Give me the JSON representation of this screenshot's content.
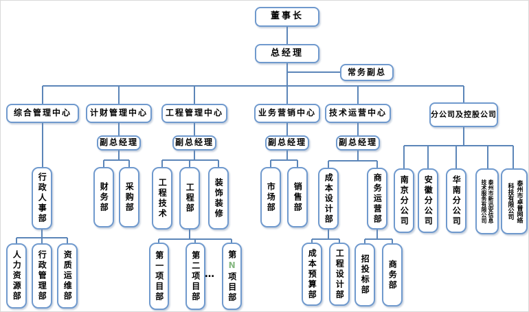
{
  "colors": {
    "box_border": "#6f99cd",
    "line": "#5b85b8",
    "text": "#000000",
    "project_n_green": "#84b77f",
    "background": "#ffffff"
  },
  "org": {
    "chairman": "董事长",
    "general_manager": "总经理",
    "executive_deputy_gm": "常务副总",
    "centers": {
      "admin": "综合管理中心",
      "finance": "计财管理中心",
      "engineering": "工程管理中心",
      "marketing": "业务营销中心",
      "tech_ops": "技术运营中心",
      "subsidiaries": "分公司及控股公司"
    },
    "deputy_gm": {
      "finance": "副总经理",
      "engineering": "副总经理",
      "marketing": "副总经理",
      "tech_ops": "副总经理"
    },
    "departments": {
      "admin_hr": "行政人事部",
      "human_resources": "人力资源部",
      "admin_mgmt": "行政管理部",
      "qualification_ops": "资质运维部",
      "finance": "财务部",
      "procurement": "采购部",
      "eng_tech": "工程技术",
      "engineering": "工程部",
      "decoration": "装饰装修",
      "project_1": "第一项目部",
      "project_2": "第二项目部",
      "ellipsis": "…",
      "project_n_prefix": "第",
      "project_n_letter": "N",
      "project_n_suffix": "项目部",
      "market": "市场部",
      "sales": "销售部",
      "cost_design": "成本设计部",
      "biz_ops": "商务运营部",
      "cost_budget": "成本预算部",
      "eng_design": "工程设计部",
      "bidding": "招投标部",
      "commerce": "商务部"
    },
    "subsidiaries": {
      "nanjing": "南京分公司",
      "anhui": "安徽分公司",
      "south_china": "华南分公司",
      "xinxunan": "泰州市新迅安信息技术服务有限公司",
      "zhuopu": "泰州市卓普网络科技有限公司"
    }
  }
}
